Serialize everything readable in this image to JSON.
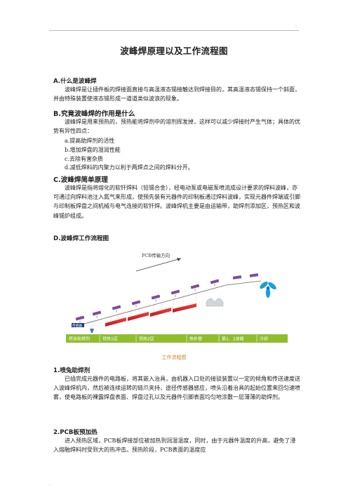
{
  "header": {
    "mark": ".."
  },
  "footer": {
    "mark": "."
  },
  "title": "波峰焊原理以及工作流程图",
  "sections": {
    "a": {
      "heading": "A.什么是波峰焊",
      "body": "波峰焊是让插件板的焊接面直接与高温液态锡接触达到焊接目的，其高温液态锡保持一个斜面，并由特殊装置使液态锡形成一道道类似波浪的现象。"
    },
    "b": {
      "heading": "B.究竟波峰焊的作用是什么",
      "body": "波峰焊是用来预热的，预热能将焊剂中的溶剂挥发掉，这样可以减少焊接时产生气体；具体的优势有异性四点：",
      "items": [
        "a.提高助焊剂的活性",
        "b.增加焊盘的湿润性能",
        "c.去除有害杂质",
        "d.减低焊料的内聚力以利于两焊点之间的焊料分开。"
      ]
    },
    "c": {
      "heading": "C.波峰焊简单原理",
      "body": "波峰焊是指将熔化的软钎焊料（铅锡合金），经电动泵或电磁泵喷流成设计要求的焊料波峰，亦可通过向焊料池注入氮气来形成，使预先装有元器件的印制板通过焊料波峰，实现元器件焊端或引脚与印制板焊盘之间机械与电气连接的软钎焊。波峰焊机主要是由运输带，助焊剂添加区，预热区和波峰锡炉组成。"
    },
    "d": {
      "heading": "D.波峰焊工作流程图"
    },
    "s1": {
      "heading": "1.喷兔助焊剂",
      "body": "已插完成元器件的电路板，将其嵌入治具，由机器入口处的接驳装置以一定的倾角和传送速度送入波峰焊机内，然后被连续运转的链爪夹持，途径传感器感应，喷头沿着治具的起始位置来回匀速喷雾，使电路板的裸露焊盘表面、焊盘过孔以及元器件引脚表面均匀地涂敷一层薄薄的助焊剂。"
    },
    "s2": {
      "heading": "2.PCB板预加热",
      "body": "进入预热区域，PCB板焊接部位被加热到润湿温度，同时，由于元器件温度的升高，避免了浸入熔融焊料时受到大的热冲击。预热阶段，PCB表面的温度应"
    }
  },
  "diagram": {
    "arrow_label": "PCB传输方向",
    "sensor_label": "传感器",
    "stages": [
      "喷涂助焊剂",
      "预热1区",
      "预热2区",
      "热补偿",
      "第1、2波峰",
      "冷却"
    ],
    "caption": "工作流程图",
    "colors": {
      "stage_bar": "#8fbd2f",
      "heater": "#e8232a",
      "board": "#7a4f9a",
      "fan": "#1a9fd6",
      "sensor": "#1b3f80"
    }
  }
}
